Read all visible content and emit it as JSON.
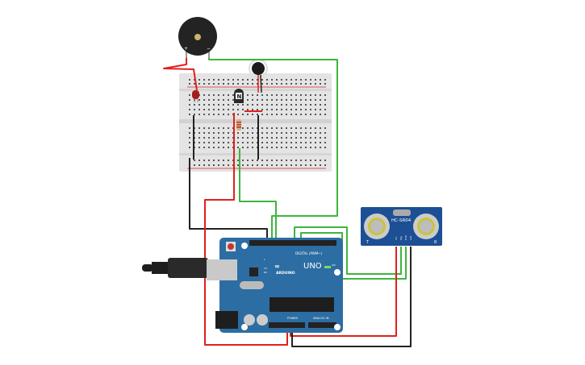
{
  "colors": {
    "wire_red": "#e0201b",
    "wire_green": "#3db53d",
    "wire_black": "#222222",
    "arduino_board": "#2c6da3",
    "sensor_board": "#1d4f95",
    "breadboard": "#e4e4e4"
  },
  "arduino": {
    "brand": "ARDUINO",
    "model": "UNO",
    "digital_label": "DIGITAL (PWM~)",
    "power_label": "POWER",
    "analog_label": "ANALOG IN",
    "on_led_label": "ON",
    "tx_label": "TX",
    "rx_label": "RX",
    "l_label": "L"
  },
  "sensor": {
    "model": "HC-SR04",
    "left_label": "T",
    "right_label": "R",
    "pins": [
      "Vcc",
      "Trig",
      "Echo",
      "Gnd"
    ]
  },
  "transistor": {
    "label": "N"
  },
  "buzzer": {
    "minus": "−",
    "plus": "+"
  }
}
